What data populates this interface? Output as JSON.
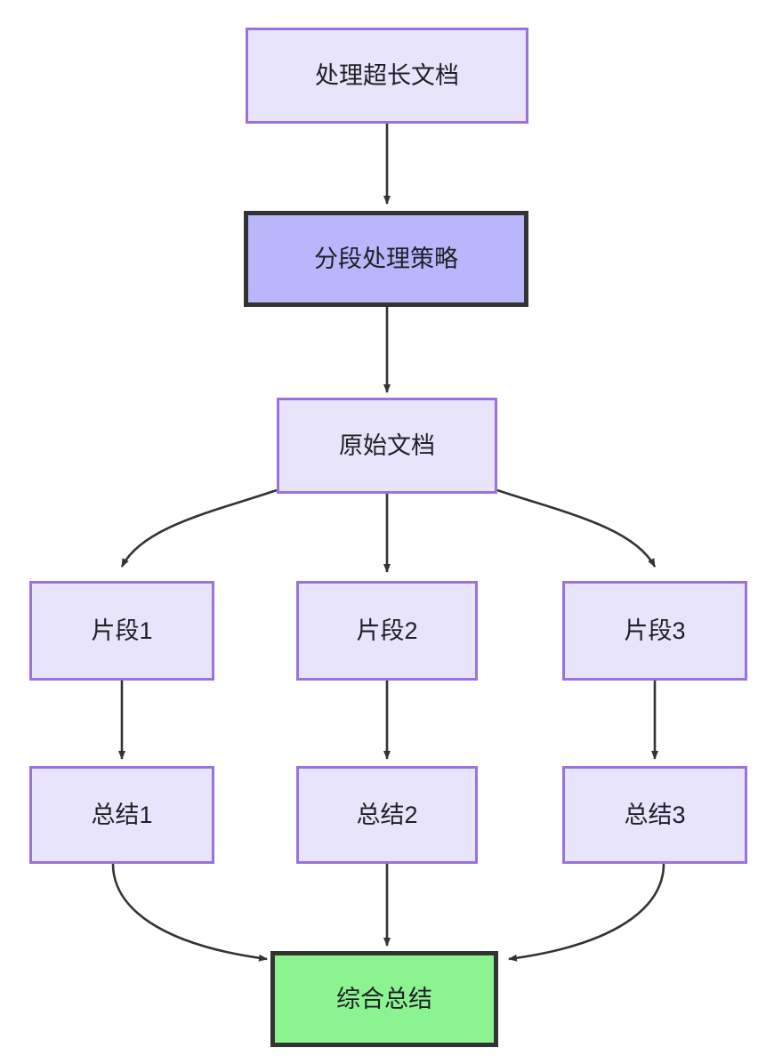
{
  "diagram": {
    "type": "flowchart",
    "direction": "top-to-bottom",
    "background_color": "#ffffff",
    "nodes": [
      {
        "id": "long-doc",
        "label": "处理超长文档",
        "style": "default",
        "fill": "#e8e4fb",
        "border": "#9a72e0"
      },
      {
        "id": "strategy",
        "label": "分段处理策略",
        "style": "emphasis",
        "fill": "#b9b6fc",
        "border": "#333333"
      },
      {
        "id": "source-doc",
        "label": "原始文档",
        "style": "default",
        "fill": "#e8e4fb",
        "border": "#9a72e0"
      },
      {
        "id": "chunk-1",
        "label": "片段1",
        "style": "default",
        "fill": "#e8e4fb",
        "border": "#9a72e0"
      },
      {
        "id": "chunk-2",
        "label": "片段2",
        "style": "default",
        "fill": "#e8e4fb",
        "border": "#9a72e0"
      },
      {
        "id": "chunk-3",
        "label": "片段3",
        "style": "default",
        "fill": "#e8e4fb",
        "border": "#9a72e0"
      },
      {
        "id": "summary-1",
        "label": "总结1",
        "style": "default",
        "fill": "#e8e4fb",
        "border": "#9a72e0"
      },
      {
        "id": "summary-2",
        "label": "总结2",
        "style": "default",
        "fill": "#e8e4fb",
        "border": "#9a72e0"
      },
      {
        "id": "summary-3",
        "label": "总结3",
        "style": "default",
        "fill": "#e8e4fb",
        "border": "#9a72e0"
      },
      {
        "id": "final",
        "label": "综合总结",
        "style": "final",
        "fill": "#8cf391",
        "border": "#333333"
      }
    ],
    "edges": [
      {
        "from": "long-doc",
        "to": "strategy",
        "shape": "straight"
      },
      {
        "from": "strategy",
        "to": "source-doc",
        "shape": "straight"
      },
      {
        "from": "source-doc",
        "to": "chunk-1",
        "shape": "curve"
      },
      {
        "from": "source-doc",
        "to": "chunk-2",
        "shape": "straight"
      },
      {
        "from": "source-doc",
        "to": "chunk-3",
        "shape": "curve"
      },
      {
        "from": "chunk-1",
        "to": "summary-1",
        "shape": "straight"
      },
      {
        "from": "chunk-2",
        "to": "summary-2",
        "shape": "straight"
      },
      {
        "from": "chunk-3",
        "to": "summary-3",
        "shape": "straight"
      },
      {
        "from": "summary-1",
        "to": "final",
        "shape": "curve"
      },
      {
        "from": "summary-2",
        "to": "final",
        "shape": "straight"
      },
      {
        "from": "summary-3",
        "to": "final",
        "shape": "curve"
      }
    ],
    "edge_color": "#333333"
  }
}
